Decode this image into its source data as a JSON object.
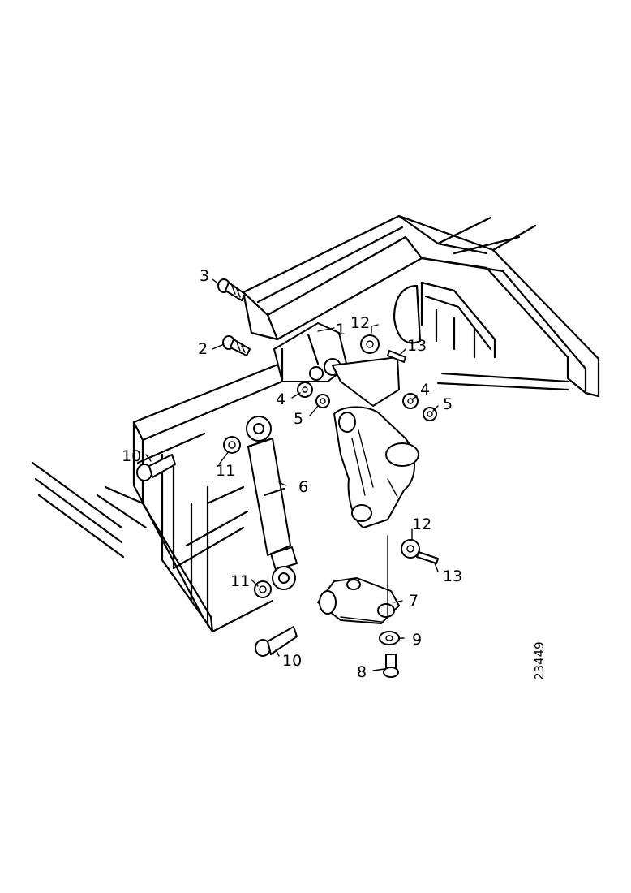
{
  "callouts": [
    "1",
    "2",
    "3",
    "4",
    "4",
    "5",
    "5",
    "6",
    "7",
    "8",
    "9",
    "10",
    "10",
    "11",
    "11",
    "12",
    "12",
    "13",
    "13"
  ],
  "figure_ref": "23449"
}
